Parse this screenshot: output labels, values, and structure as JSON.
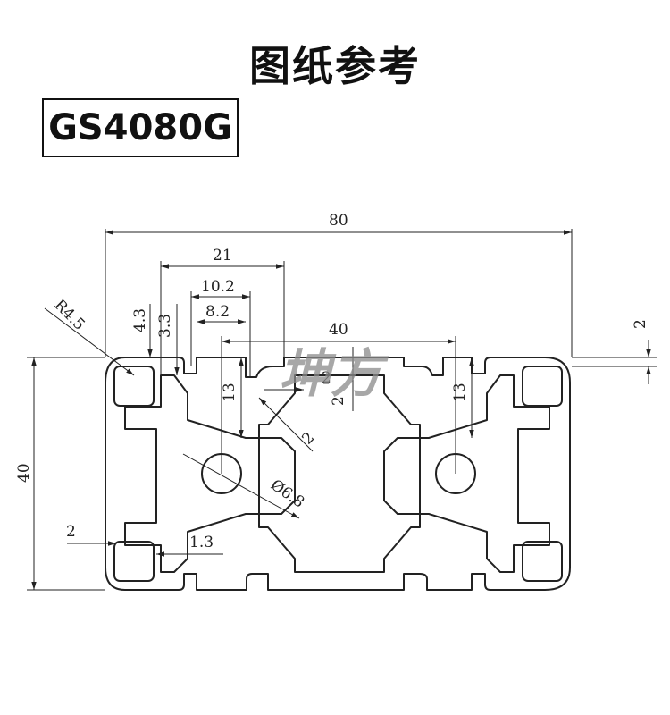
{
  "title": "图纸参考",
  "model": "GS4080G",
  "watermark": "坤方",
  "dimensions": {
    "width": "80",
    "height": "40",
    "slot_pitch": "21",
    "slot_outer": "10.2",
    "slot_inner": "8.2",
    "center_distance": "40",
    "radius": "R4.5",
    "lip_depth_a": "4.3",
    "lip_depth_b": "3.3",
    "depth_left": "13",
    "depth_right": "13",
    "wall_top": "2",
    "wall_right": "2",
    "wall_slot": "2",
    "wall_inner": "2",
    "diag_wall": "2",
    "bore": "Ø6.8",
    "left_wall": "2",
    "slot_wall": "1.3"
  }
}
